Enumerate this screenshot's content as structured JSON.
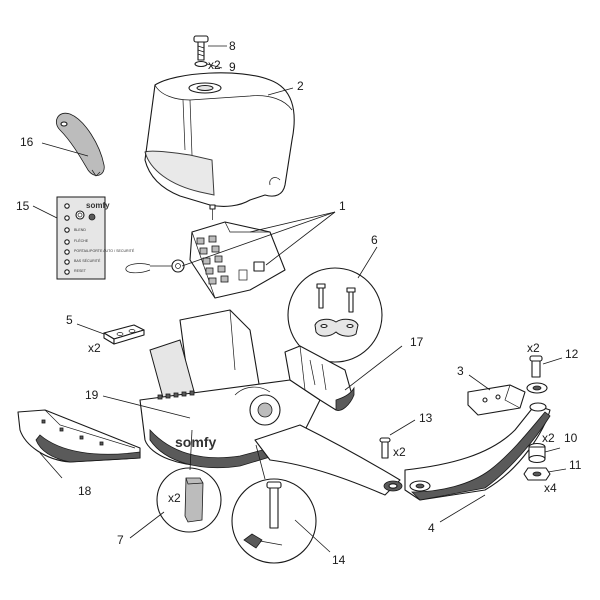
{
  "parts": [
    {
      "id": "part-1",
      "number": "1"
    },
    {
      "id": "part-2",
      "number": "2"
    },
    {
      "id": "part-3",
      "number": "3"
    },
    {
      "id": "part-4",
      "number": "4"
    },
    {
      "id": "part-5",
      "number": "5"
    },
    {
      "id": "part-6",
      "number": "6"
    },
    {
      "id": "part-7",
      "number": "7"
    },
    {
      "id": "part-8",
      "number": "8"
    },
    {
      "id": "part-9",
      "number": "9"
    },
    {
      "id": "part-10",
      "number": "10"
    },
    {
      "id": "part-11",
      "number": "11"
    },
    {
      "id": "part-12",
      "number": "12"
    },
    {
      "id": "part-13",
      "number": "13"
    },
    {
      "id": "part-14",
      "number": "14"
    },
    {
      "id": "part-15",
      "number": "15"
    },
    {
      "id": "part-16",
      "number": "16"
    },
    {
      "id": "part-17",
      "number": "17"
    },
    {
      "id": "part-18",
      "number": "18"
    },
    {
      "id": "part-19",
      "number": "19"
    }
  ],
  "quantities": {
    "part_9": "x2",
    "part_5": "x2",
    "part_12": "x2",
    "part_13": "x2",
    "part_10": "x2",
    "part_11": "x4",
    "part_7": "x2"
  },
  "brand": {
    "logo_text": "somfy"
  },
  "keypad_panel": {
    "rows": [
      "BLEND",
      "FLÈCHE",
      "PORTAIL/PORTE AUTO / SECURITÉ",
      "BAS SÉCURITÉ",
      "RESET"
    ]
  }
}
